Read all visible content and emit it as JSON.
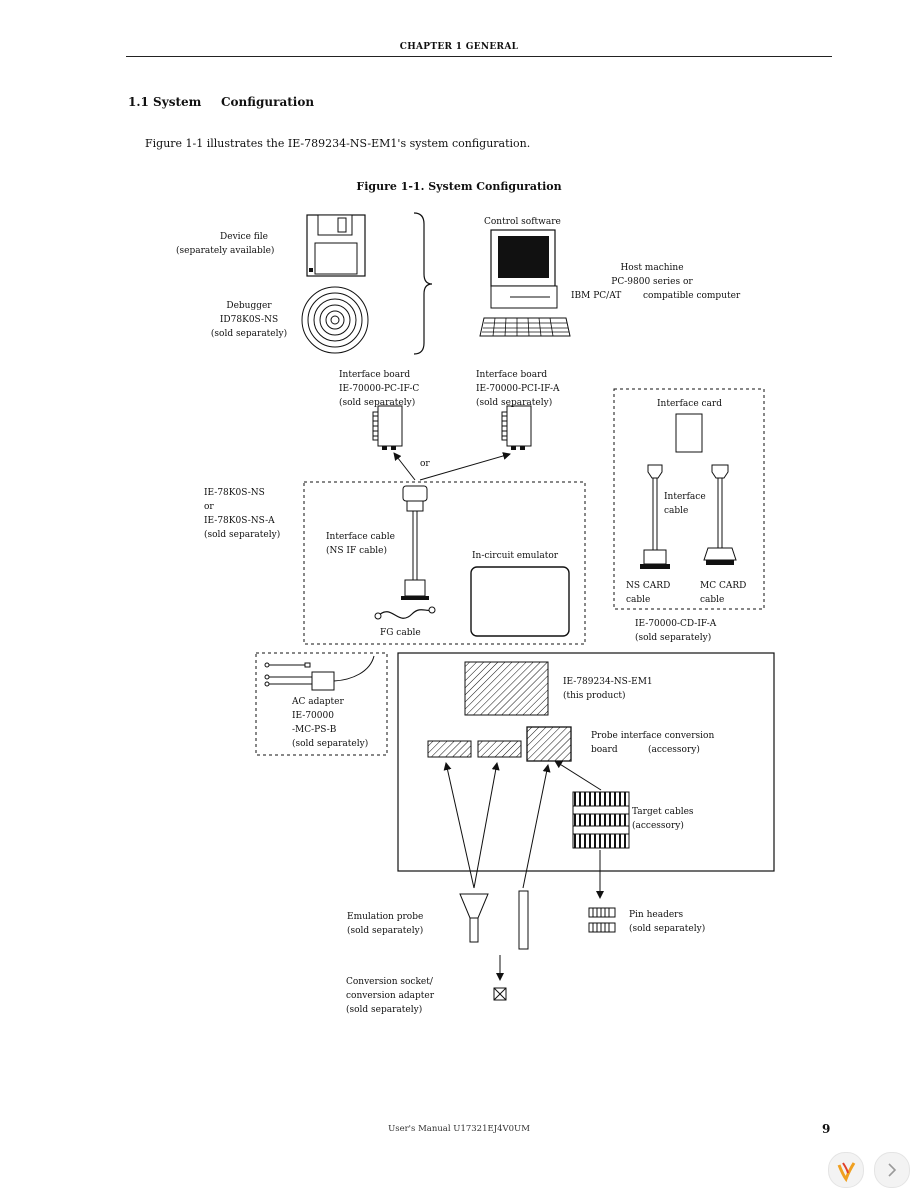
{
  "header": {
    "chapter": "CHAPTER 1   GENERAL"
  },
  "section": {
    "number": "1.1 System",
    "title": "Configuration"
  },
  "intro_text": "Figure 1-1 illustrates the IE-789234-NS-EM1's system configuration.",
  "figure_caption": "Figure 1-1.  System Configuration",
  "labels": {
    "device_file": [
      "Device file",
      "(separately available)"
    ],
    "debugger": [
      "Debugger",
      "ID78K0S-NS",
      "(sold separately)"
    ],
    "control_software": "Control software",
    "host_machine": [
      "Host machine",
      "PC-9800 series or"
    ],
    "host_ibm": "IBM PC/AT",
    "host_compatible": "compatible computer",
    "board_pc": [
      "Interface board",
      "IE-70000-PC-IF-C",
      "(sold separately)"
    ],
    "board_pci": [
      "Interface board",
      "IE-70000-PCI-IF-A",
      "(sold separately)"
    ],
    "or_text": "or",
    "ie78k0s": [
      "IE-78K0S-NS",
      "or",
      "IE-78K0S-NS-A",
      "(sold separately)"
    ],
    "interface_cable": [
      "Interface cable",
      "(NS IF cable)"
    ],
    "ice": "In-circuit emulator",
    "fg_cable": "FG cable",
    "interface_card": "Interface card",
    "interface_card_cable": [
      "Interface",
      "cable"
    ],
    "ns_card": [
      "NS CARD",
      "cable"
    ],
    "mc_card": [
      "MC CARD",
      "cable"
    ],
    "cd_if": [
      "IE-70000-CD-IF-A",
      "(sold separately)"
    ],
    "ac_adapter": [
      "AC adapter",
      "IE-70000",
      "-MC-PS-B",
      "(sold separately)"
    ],
    "product": [
      "IE-789234-NS-EM1",
      "(this product)"
    ],
    "probe_board": [
      "Probe interface conversion",
      "board"
    ],
    "probe_board_acc": "(accessory)",
    "target_cables": [
      "Target cables",
      "(accessory)"
    ],
    "emulation_probe": [
      "Emulation probe",
      "(sold separately)"
    ],
    "pin_headers": [
      "Pin headers",
      "(sold separately)"
    ],
    "conversion_socket": [
      "Conversion socket/",
      "conversion adapter",
      "(sold separately)"
    ]
  },
  "footer": {
    "manual": "User's Manual U17321EJ4V0UM",
    "page": "9"
  },
  "icons": [
    "floppy-disk-icon",
    "cd-rom-icon",
    "host-computer-icon",
    "interface-board-icon",
    "cable-connector-icon",
    "nav-logo-icon",
    "chevron-right-icon"
  ]
}
